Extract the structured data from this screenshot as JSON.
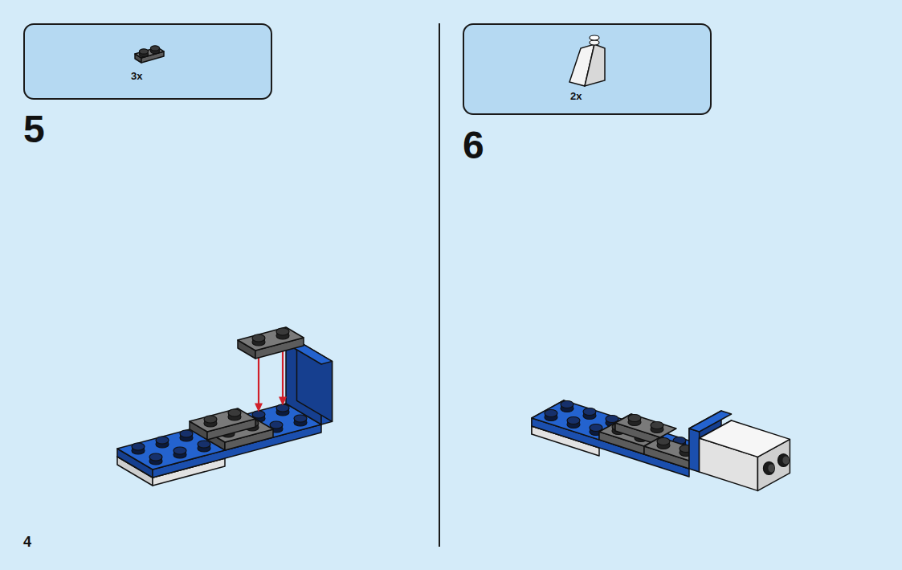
{
  "diagram": {
    "nodes": [
      {
        "text": [
          "3x"
        ]
      },
      {
        "text": [
          "2x"
        ]
      }
    ],
    "labels": [
      "5",
      "6",
      "4"
    ]
  }
}
